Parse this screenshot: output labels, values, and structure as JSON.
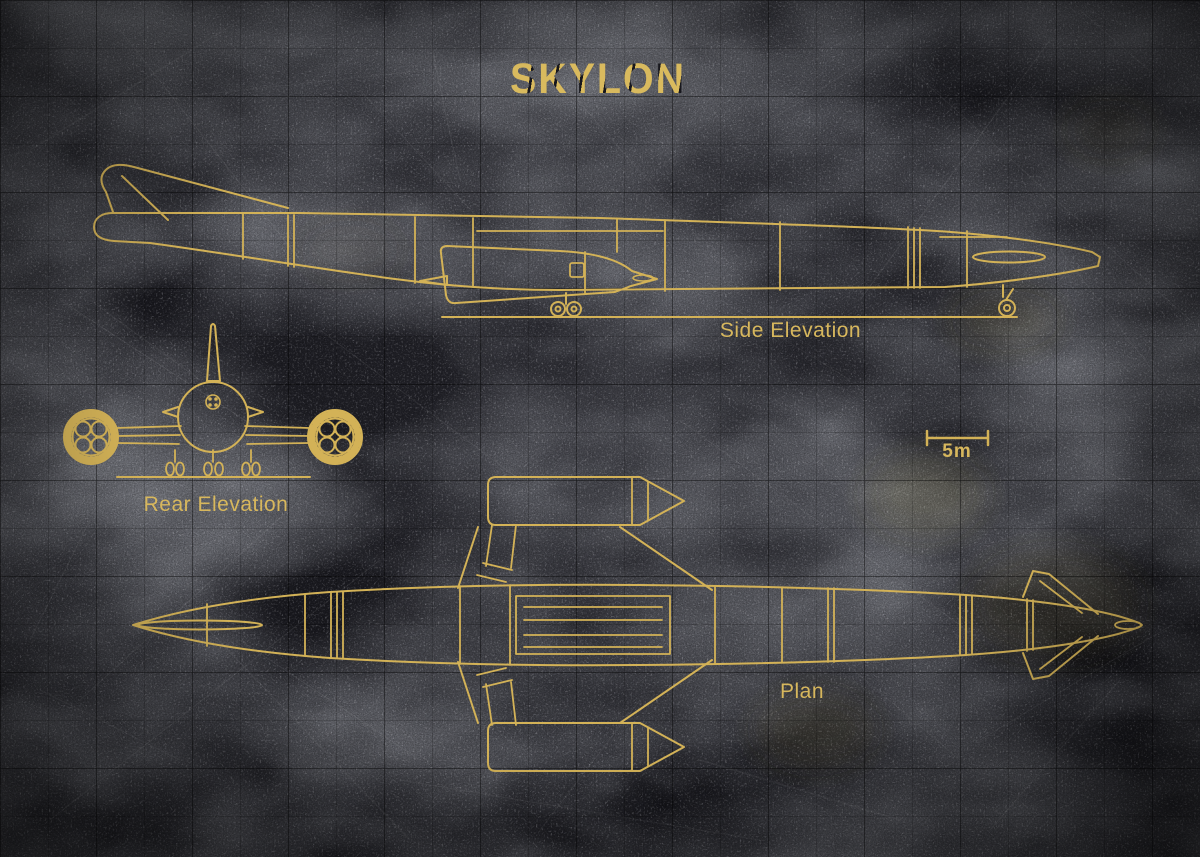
{
  "poster": {
    "title": "SKYLON",
    "views": {
      "side": {
        "label": "Side Elevation"
      },
      "rear": {
        "label": "Rear Elevation"
      },
      "plan": {
        "label": "Plan"
      }
    },
    "scale_bar": {
      "label": "5m"
    },
    "colors": {
      "background": "#1b1b21",
      "line_gold": "#d3b257",
      "text_gold": "#d7b75d"
    }
  }
}
